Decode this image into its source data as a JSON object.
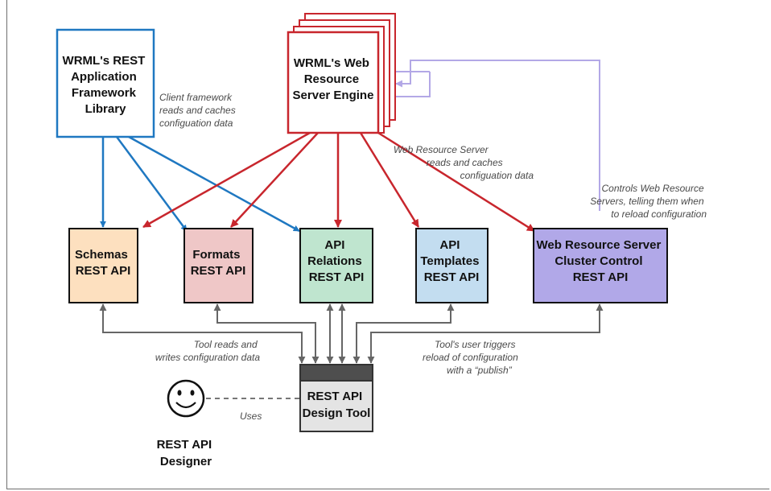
{
  "colors": {
    "client_blue": "#1f78c1",
    "server_red": "#c8262d",
    "control_lavender": "#b3a8e6",
    "tool_gray": "#666666",
    "schemas_fill": "#fde0bf",
    "formats_fill": "#efc7c7",
    "relations_fill": "#bfe5cf",
    "templates_fill": "#c3ddf0",
    "cluster_fill": "#b1a8e8"
  },
  "nodes": {
    "client_library": [
      "WRML's REST",
      "Application",
      "Framework",
      "Library"
    ],
    "server_engine": [
      "WRML's Web",
      "Resource",
      "Server Engine"
    ],
    "schemas": [
      "Schemas",
      "REST API"
    ],
    "formats": [
      "Formats",
      "REST API"
    ],
    "relations": [
      "API",
      "Relations",
      "REST API"
    ],
    "templates": [
      "API",
      "Templates",
      "REST API"
    ],
    "cluster": [
      "Web Resource Server",
      "Cluster Control",
      "REST API"
    ],
    "design_tool": [
      "REST API",
      "Design Tool"
    ],
    "designer": [
      "REST API",
      "Designer"
    ]
  },
  "edge_labels": {
    "client_reads": [
      "Client framework",
      "reads and caches",
      "configuation data"
    ],
    "server_reads": [
      "Web Resource Server",
      "reads and caches",
      "configuation data"
    ],
    "controls": [
      "Controls Web Resource",
      "Servers, telling them when",
      "to reload configuration"
    ],
    "tool_reads": [
      "Tool reads and",
      "writes configuration data"
    ],
    "tool_triggers": [
      "Tool's user triggers",
      "reload of configuration",
      "with a “publish”"
    ],
    "uses": "Uses"
  },
  "icons": {
    "designer": "smiley-face-icon"
  }
}
